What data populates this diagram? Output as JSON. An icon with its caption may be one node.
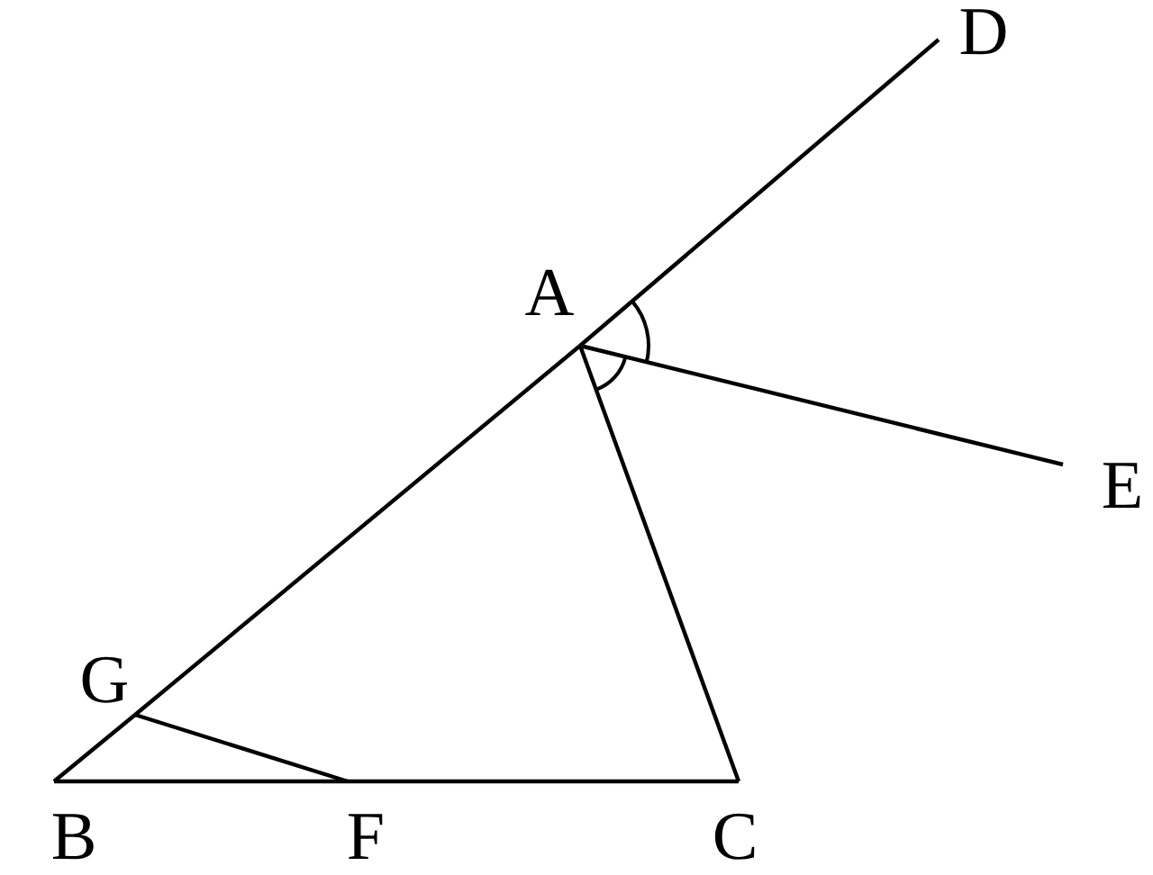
{
  "diagram": {
    "nodes": [
      {
        "text": [
          "A"
        ]
      },
      {
        "text": [
          "B"
        ]
      },
      {
        "text": [
          "C"
        ]
      },
      {
        "text": [
          "D"
        ]
      },
      {
        "text": [
          "E"
        ]
      },
      {
        "text": [
          "F"
        ]
      },
      {
        "text": [
          "G"
        ]
      }
    ],
    "edges": [
      {
        "from": 1,
        "to": 6,
        "arrow": "none"
      },
      {
        "from": 6,
        "to": 0,
        "arrow": "none"
      },
      {
        "from": 0,
        "to": 3,
        "arrow": "none"
      },
      {
        "from": 0,
        "to": 2,
        "arrow": "none"
      },
      {
        "from": 1,
        "to": 5,
        "arrow": "none"
      },
      {
        "from": 5,
        "to": 2,
        "arrow": "none"
      },
      {
        "from": 0,
        "to": 4,
        "arrow": "none"
      },
      {
        "from": 6,
        "to": 5,
        "arrow": "none"
      }
    ]
  }
}
